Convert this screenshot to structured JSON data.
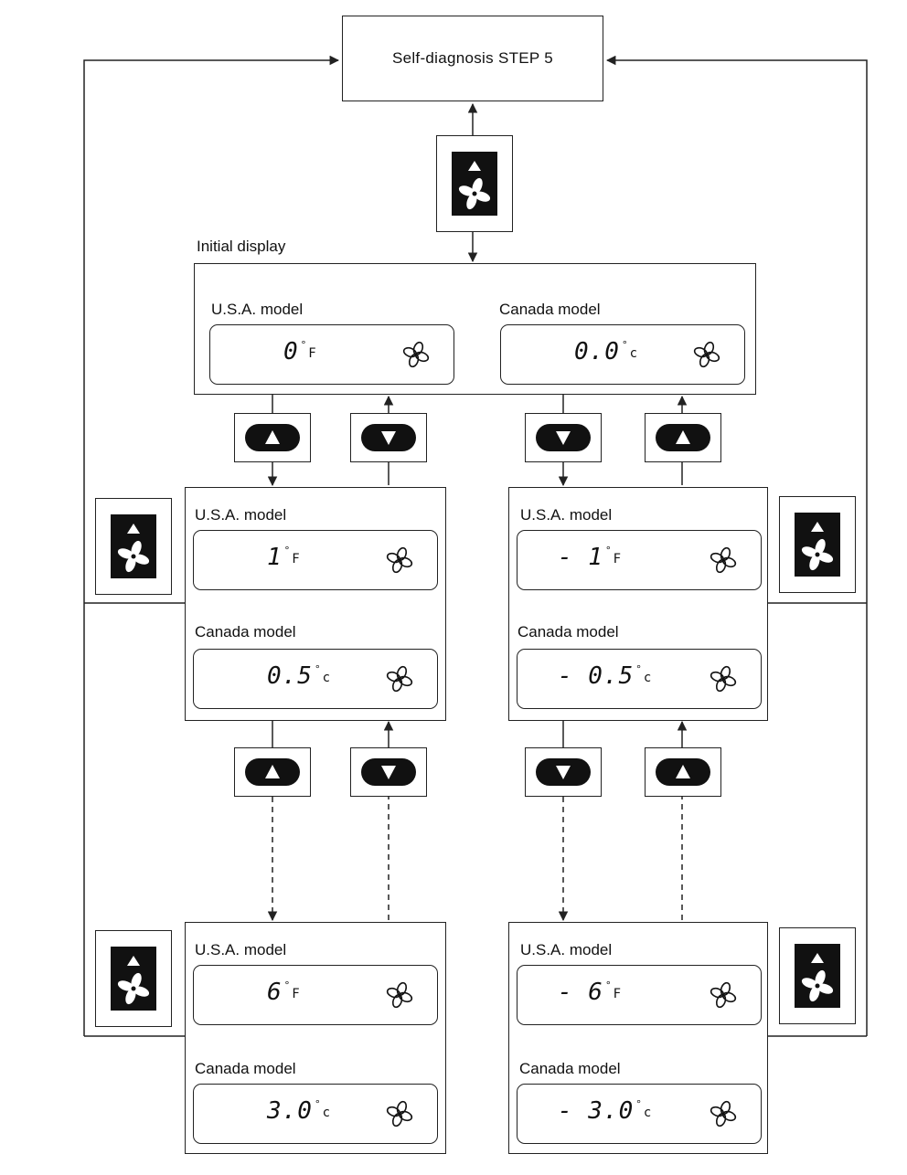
{
  "title": "Self-diagnosis STEP 5",
  "initial_display_label": "Initial display",
  "icons": {
    "fan_button": "fan-button-icon",
    "up_button": "up-arrow-button-icon",
    "down_button": "down-arrow-button-icon",
    "fan_symbol": "fan-icon"
  },
  "initial": {
    "usa": {
      "label": "U.S.A. model",
      "value": "0",
      "unit": "F"
    },
    "canada": {
      "label": "Canada model",
      "value": "0.0",
      "unit": "c"
    }
  },
  "positive": {
    "step1": {
      "usa": {
        "label": "U.S.A. model",
        "value": "1",
        "unit": "F"
      },
      "canada": {
        "label": "Canada model",
        "value": "0.5",
        "unit": "c"
      }
    },
    "step_max": {
      "usa": {
        "label": "U.S.A. model",
        "value": "6",
        "unit": "F"
      },
      "canada": {
        "label": "Canada model",
        "value": "3.0",
        "unit": "c"
      }
    }
  },
  "negative": {
    "step1": {
      "usa": {
        "label": "U.S.A. model",
        "value": "- 1",
        "unit": "F"
      },
      "canada": {
        "label": "Canada model",
        "value": "- 0.5",
        "unit": "c"
      }
    },
    "step_max": {
      "usa": {
        "label": "U.S.A. model",
        "value": "- 6",
        "unit": "F"
      },
      "canada": {
        "label": "Canada model",
        "value": "- 3.0",
        "unit": "c"
      }
    }
  }
}
